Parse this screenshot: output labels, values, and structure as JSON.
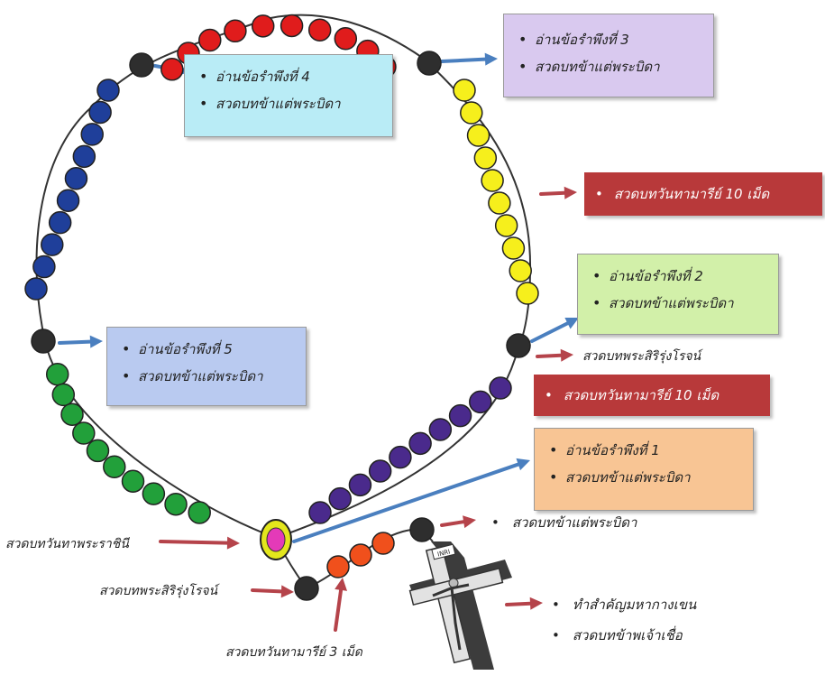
{
  "mystery_4": {
    "title": "อ่านข้อรำพึงที่ 4",
    "prayer": "สวดบทข้าแต่พระบิดา"
  },
  "mystery_3": {
    "title": "อ่านข้อรำพึงที่ 3",
    "prayer": "สวดบทข้าแต่พระบิดา"
  },
  "hail_mary_decade_upper": "สวดบทวันทามารีย์ 10 เม็ด",
  "mystery_2": {
    "title": "อ่านข้อรำพึงที่ 2",
    "prayer": "สวดบทข้าแต่พระบิดา"
  },
  "glory_be_right": "สวดบทพระสิริรุ่งโรจน์",
  "hail_mary_decade_lower": "สวดบทวันทามารีย์ 10 เม็ด",
  "mystery_5": {
    "title": "อ่านข้อรำพึงที่ 5",
    "prayer": "สวดบทข้าแต่พระบิดา"
  },
  "mystery_1": {
    "title": "อ่านข้อรำพึงที่ 1",
    "prayer": "สวดบทข้าแต่พระบิดา"
  },
  "our_father_first": "สวดบทข้าแต่พระบิดา",
  "hail_holy_queen": "สวดบทวันทาพระราชินี",
  "glory_be_left": "สวดบทพระสิริรุ่งโรจน์",
  "hail_mary_three": "สวดบทวันทามารีย์ 3 เม็ด",
  "crucifix_steps": [
    "ทำสำคัญมหากางเขน",
    "สวดบทข้าพเจ้าเชื่อ"
  ],
  "crucifix_inscription": "INRI",
  "colors": {
    "red_beads": "#e01c1c",
    "yellow_beads": "#f6ef1c",
    "blue_beads": "#1f3f9a",
    "green_beads": "#22a03a",
    "purple_beads": "#4a2a8c",
    "big_beads": "#2e2e2e",
    "centerpiece": "#e3e61c",
    "centerpiece_inner": "#e43ab8",
    "arrow_red": "#b5434a",
    "arrow_blue": "#4a7fbf",
    "box_cyan": "#b9ecf6",
    "box_lavender": "#d9c9ef",
    "box_green": "#d2f0a9",
    "box_blue": "#b9caf0",
    "box_orange": "#f8c594",
    "box_red": "#b8393a"
  }
}
